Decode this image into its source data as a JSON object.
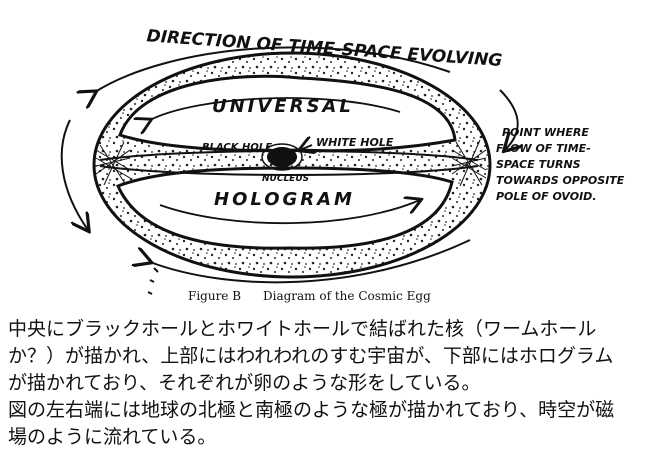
{
  "diagram": {
    "top_label": "DIRECTION OF TIME-SPACE EVOLVING",
    "upper_label": "UNIVERSAL",
    "lower_label": "HOLOGRAM",
    "black_hole_label": "BLACK HOLE",
    "white_hole_label": "WHITE HOLE",
    "nucleus_label": "NUCLEUS",
    "right_note": [
      "POINT WHERE",
      "FLOW OF TIME-",
      "SPACE TURNS",
      "TOWARDS OPPOSITE",
      "POLE OF OVOID."
    ],
    "caption_figure": "Figure B",
    "caption_title": "Diagram of the Cosmic Egg"
  },
  "description_lines": [
    "中央にブラックホールとホワイトホールで結ばれた核（ワームホール",
    "か？）が描かれ、上部にはわれわれのすむ宇宙が、下部にはホログラム",
    "が描かれており、それぞれが卵のような形をしている。",
    "図の左右端には地球の北極と南極のような極が描かれており、時空が磁",
    "場のように流れている。"
  ]
}
